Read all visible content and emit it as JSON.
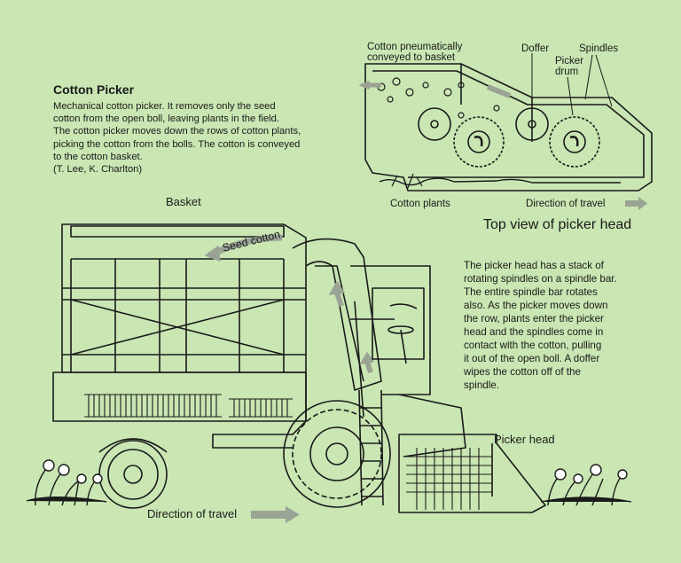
{
  "title": "Cotton Picker",
  "description": "Mechanical cotton picker.  It removes only the seed\ncotton from the open boll, leaving plants in the field.\nThe cotton picker moves down the rows of cotton plants,\npicking the cotton from the bolls.  The cotton is conveyed\nto the cotton basket.\n(T. Lee, K. Charlton)",
  "labels": {
    "basket": "Basket",
    "seed_cotton": "Seed cotton",
    "picker_head": "Picker head",
    "direction_bottom": "Direction of travel"
  },
  "top_view": {
    "title": "Top view of picker head",
    "pneumatic": "Cotton pneumatically\nconveyed to basket",
    "doffer": "Doffer",
    "spindles": "Spindles",
    "picker_drum": "Picker\ndrum",
    "cotton_plants": "Cotton plants",
    "direction": "Direction of travel"
  },
  "picker_head_description": "The picker head has a stack of\nrotating spindles on a spindle bar.\nThe entire spindle bar rotates\nalso.  As the picker moves down\nthe row, plants enter the picker\nhead and the spindles come in\ncontact with the cotton, pulling\nit out of the open boll.  A doffer\nwipes the cotton off of the\nspindle.",
  "colors": {
    "background": "#c9e6b3",
    "line": "#1a1a1a",
    "arrow": "#9aa394"
  }
}
